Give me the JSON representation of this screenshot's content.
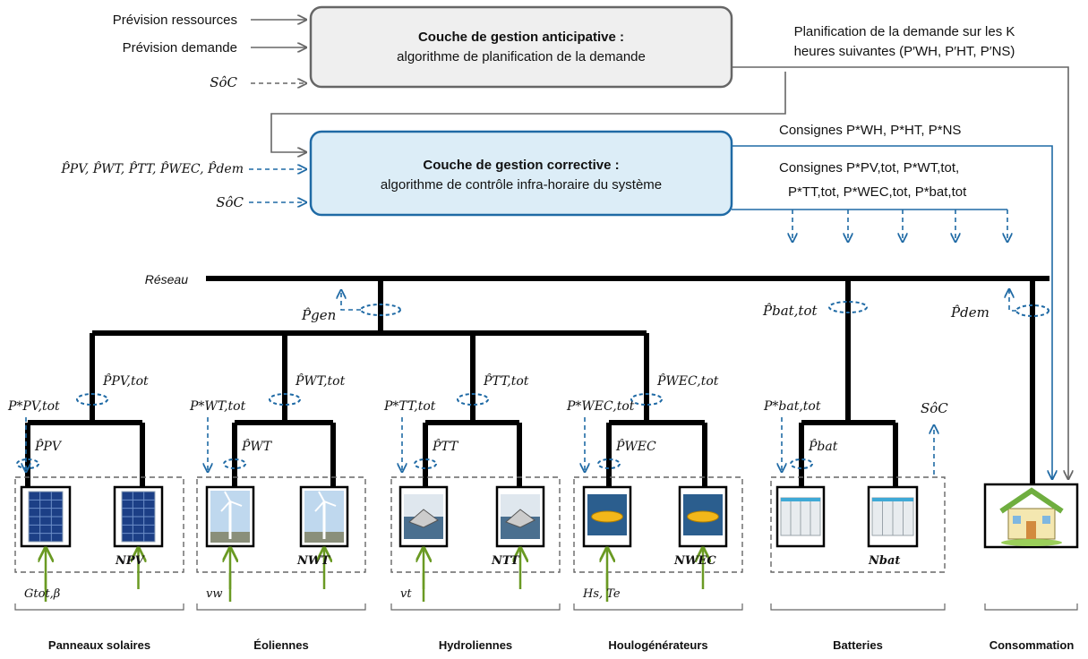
{
  "colors": {
    "blue": "#1f6aa5",
    "green": "#6a9a23",
    "gray": "#666666",
    "bar": "#000000",
    "box_gray": "#efefef",
    "box_blue": "#dcedf7"
  },
  "inputs": {
    "resources": "Prévision ressources",
    "demand": "Prévision demande",
    "soc": "SôC",
    "p_hat": "P̂PV, P̂WT, P̂TT, P̂WEC, P̂dem",
    "soc2": "SôC"
  },
  "anticip": {
    "title": "Couche de gestion anticipative :",
    "sub": "algorithme de planification de la demande"
  },
  "corrective": {
    "title": "Couche de gestion corrective :",
    "sub": "algorithme de contrôle infra-horaire du système"
  },
  "planning": {
    "l1": "Planification de la demande sur les K",
    "l2": "heures suivantes (P′WH, P′HT, P′NS)"
  },
  "consigne1": "Consignes P*WH, P*HT, P*NS",
  "consigne2": {
    "l1": "Consignes P*PV,tot, P*WT,tot,",
    "l2": "P*TT,tot, P*WEC,tot, P*bat,tot"
  },
  "grid": {
    "label": "Réseau",
    "p_gen": "P̂gen",
    "p_bat_tot": "P̂bat,tot",
    "p_dem": "P̂dem"
  },
  "groups": [
    {
      "id": "pv",
      "label": "Panneaux solaires",
      "count": "NPV",
      "setpoint": "P*PV,tot",
      "meas_tot": "P̂PV,tot",
      "meas": "P̂PV",
      "input": "Gtot,β",
      "icon": "solar-panel-icon"
    },
    {
      "id": "wt",
      "label": "Éoliennes",
      "count": "NWT",
      "setpoint": "P*WT,tot",
      "meas_tot": "P̂WT,tot",
      "meas": "P̂WT",
      "input": "vw",
      "icon": "wind-turbine-icon"
    },
    {
      "id": "tt",
      "label": "Hydroliennes",
      "count": "NTT",
      "setpoint": "P*TT,tot",
      "meas_tot": "P̂TT,tot",
      "meas": "P̂TT",
      "input": "vt",
      "icon": "tidal-turbine-icon"
    },
    {
      "id": "wec",
      "label": "Houlogénérateurs",
      "count": "NWEC",
      "setpoint": "P*WEC,tot",
      "meas_tot": "P̂WEC,tot",
      "meas": "P̂WEC",
      "input": "Hs, Te",
      "icon": "wave-energy-converter-icon"
    },
    {
      "id": "bat",
      "label": "Batteries",
      "count": "Nbat",
      "setpoint": "P*bat,tot",
      "meas_tot": "",
      "meas": "P̂bat",
      "input": "",
      "soc_out": "SôC",
      "icon": "battery-container-icon"
    }
  ],
  "consumption": {
    "label": "Consommation",
    "icon": "house-icon"
  }
}
